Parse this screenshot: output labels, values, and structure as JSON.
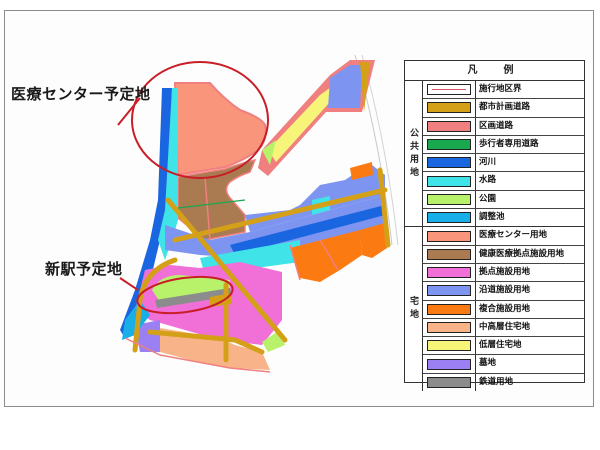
{
  "callouts": {
    "medical_center": "医療センター予定地",
    "new_station": "新駅予定地"
  },
  "legend": {
    "title": "凡　例",
    "groups": [
      {
        "label": "公共用地",
        "items": [
          {
            "label": "施行地区界",
            "type": "line",
            "color": "#d9525e"
          },
          {
            "label": "都市計画道路",
            "type": "fill",
            "color": "#d4a017"
          },
          {
            "label": "区画道路",
            "type": "fill",
            "color": "#f07f7f"
          },
          {
            "label": "歩行者専用道路",
            "type": "fill",
            "color": "#1aa84f"
          },
          {
            "label": "河川",
            "type": "fill",
            "color": "#1a66e0"
          },
          {
            "label": "水路",
            "type": "fill",
            "color": "#3fe3e8"
          },
          {
            "label": "公園",
            "type": "fill",
            "color": "#b8f26a"
          },
          {
            "label": "調整池",
            "type": "fill",
            "color": "#18aee8"
          }
        ]
      },
      {
        "label": "宅地",
        "items": [
          {
            "label": "医療センター用地",
            "type": "fill",
            "color": "#f8957a"
          },
          {
            "label": "健康医療拠点施設用地",
            "type": "fill",
            "color": "#aa7a50"
          },
          {
            "label": "拠点施設用地",
            "type": "fill",
            "color": "#f070d8"
          },
          {
            "label": "沿道施設用地",
            "type": "fill",
            "color": "#7d95f0"
          },
          {
            "label": "複合施設用地",
            "type": "fill",
            "color": "#fb7a12"
          },
          {
            "label": "中高層住宅地",
            "type": "fill",
            "color": "#f8b488"
          },
          {
            "label": "低層住宅地",
            "type": "fill",
            "color": "#f6f57a"
          },
          {
            "label": "墓地",
            "type": "fill",
            "color": "#9a80f2"
          },
          {
            "label": "鉄道用地",
            "type": "fill",
            "color": "#8c8c8c"
          }
        ]
      }
    ]
  },
  "annotation_color": "#c81e28"
}
